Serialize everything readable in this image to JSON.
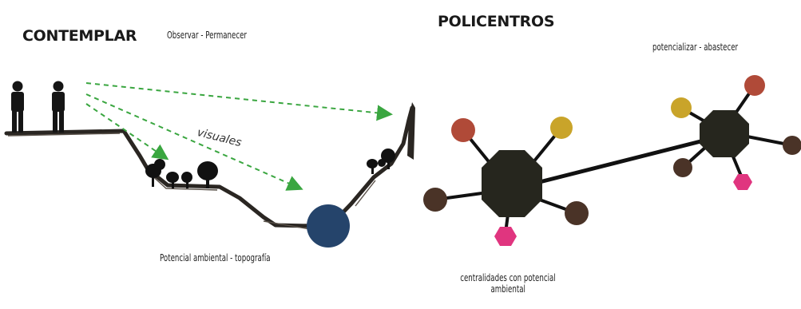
{
  "left_panel": {
    "title": "CONTEMPLAR",
    "subtitle": "Observar - Permanecer",
    "arrow_label": "visuales",
    "caption": "Potencial ambiental - topografía",
    "colors": {
      "arrows": "#3aa640",
      "terrain": "#2a2622",
      "water": "#25446b",
      "figures": "#151515"
    }
  },
  "right_panel": {
    "title": "POLICENTROS",
    "right_note": "potencializar - abastecer",
    "caption_line1": "centralidades con potencial",
    "caption_line2": "ambiental",
    "colors": {
      "hub": "#26261e",
      "red": "#b04a38",
      "yellow": "#c9a42a",
      "brown": "#4a3327",
      "pink": "#e0357f",
      "line": "#111111"
    }
  }
}
